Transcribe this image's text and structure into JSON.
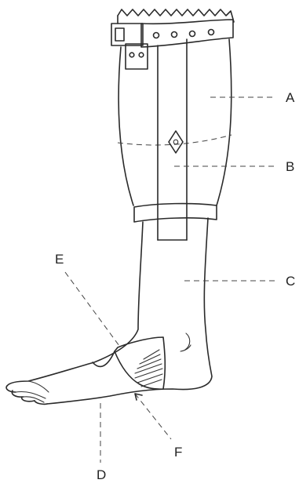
{
  "diagram": {
    "labels": {
      "a": "A",
      "b": "B",
      "c": "C",
      "d": "D",
      "e": "E",
      "f": "F"
    },
    "colors": {
      "ink": "#2a2a2a",
      "background": "#ffffff"
    }
  }
}
